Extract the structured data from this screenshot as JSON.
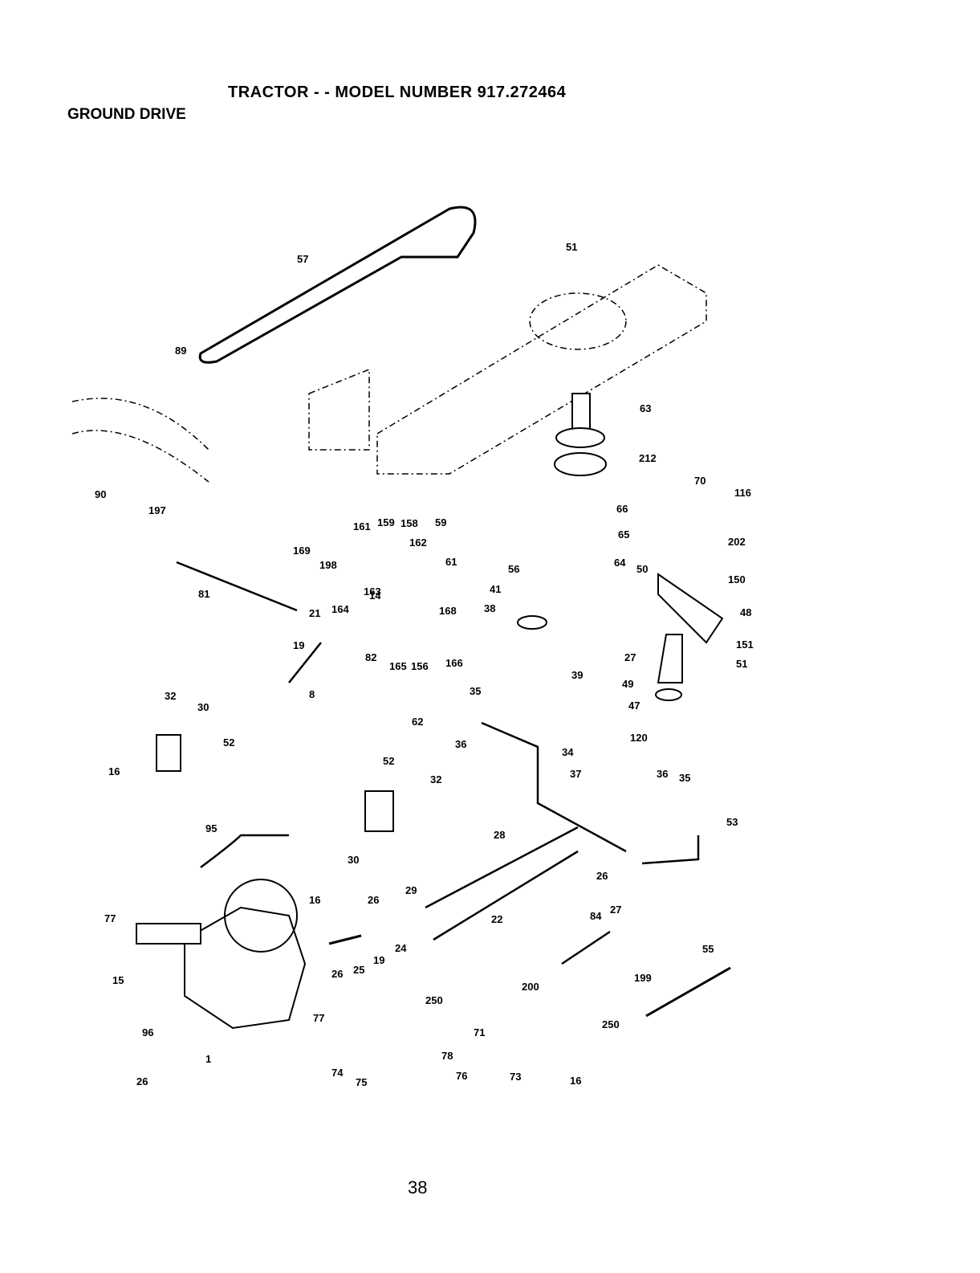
{
  "header": {
    "title": "TRACTOR - - MODEL NUMBER 917.272464",
    "section": "GROUND DRIVE"
  },
  "footer": {
    "page_number": "38"
  },
  "callouts": [
    "57",
    "51",
    "89",
    "63",
    "212",
    "70",
    "116",
    "90",
    "197",
    "161",
    "159",
    "158",
    "59",
    "66",
    "162",
    "65",
    "169",
    "198",
    "61",
    "56",
    "64",
    "202",
    "150",
    "50",
    "163",
    "41",
    "48",
    "81",
    "164",
    "14",
    "168",
    "21",
    "38",
    "151",
    "51",
    "27",
    "19",
    "82",
    "165",
    "156",
    "166",
    "39",
    "49",
    "8",
    "47",
    "32",
    "35",
    "30",
    "120",
    "62",
    "36",
    "52",
    "34",
    "16",
    "52",
    "37",
    "36",
    "35",
    "32",
    "53",
    "95",
    "30",
    "28",
    "26",
    "29",
    "16",
    "26",
    "77",
    "27",
    "84",
    "22",
    "199",
    "24",
    "19",
    "25",
    "26",
    "55",
    "15",
    "200",
    "250",
    "250",
    "71",
    "77",
    "96",
    "78",
    "26",
    "1",
    "74",
    "75",
    "76",
    "73",
    "16"
  ],
  "colors": {
    "ink": "#000000",
    "paper": "#ffffff"
  }
}
